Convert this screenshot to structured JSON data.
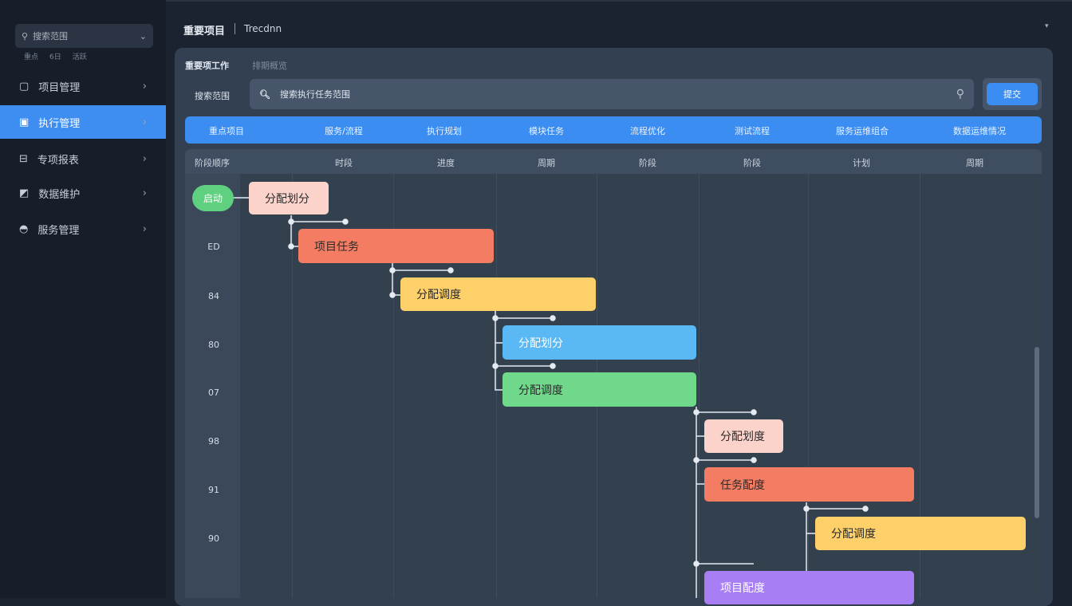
{
  "sidebar": {
    "search": "搜索范围",
    "tags": [
      "重点",
      "6日",
      "活跃"
    ],
    "items": [
      {
        "label": "项目管理",
        "icon": "monitor-icon"
      },
      {
        "label": "执行管理",
        "icon": "edit-icon",
        "active": true
      },
      {
        "label": "专项报表",
        "icon": "table-icon"
      },
      {
        "label": "数据维护",
        "icon": "chart-icon"
      },
      {
        "label": "服务管理",
        "icon": "cloud-icon"
      }
    ]
  },
  "header": {
    "title": "重要项目",
    "subtitle": "Trecdnn"
  },
  "panel": {
    "label1": "重要项工作",
    "hint": "排期概览",
    "label2": "搜索范围",
    "search_value": "搜索执行任务范围",
    "button": "提交"
  },
  "bluebar": [
    "重点项目",
    "服务/流程",
    "执行规划",
    "模块任务",
    "流程优化",
    "测试流程",
    "服务运维组合",
    "数据运维情况"
  ],
  "columns": [
    "阶段顺序",
    "时段",
    "进度",
    "周期",
    "阶段",
    "阶段",
    "计划",
    "周期"
  ],
  "start_label": "启动",
  "rows": [
    "ED",
    "84",
    "80",
    "07",
    "98",
    "91",
    "90"
  ],
  "tasks": [
    {
      "label": "分配划分",
      "color": "#fbd3cb"
    },
    {
      "label": "项目任务",
      "color": "#f47c63"
    },
    {
      "label": "分配调度",
      "color": "#fdd06a"
    },
    {
      "label": "分配划分",
      "color": "#5ab8f5"
    },
    {
      "label": "分配调度",
      "color": "#6fd88a"
    },
    {
      "label": "分配划度",
      "color": "#fbd3cb"
    },
    {
      "label": "任务配度",
      "color": "#f47c63"
    },
    {
      "label": "分配调度",
      "color": "#fdd06a"
    },
    {
      "label": "项目配度",
      "color": "#a77ef3"
    }
  ]
}
